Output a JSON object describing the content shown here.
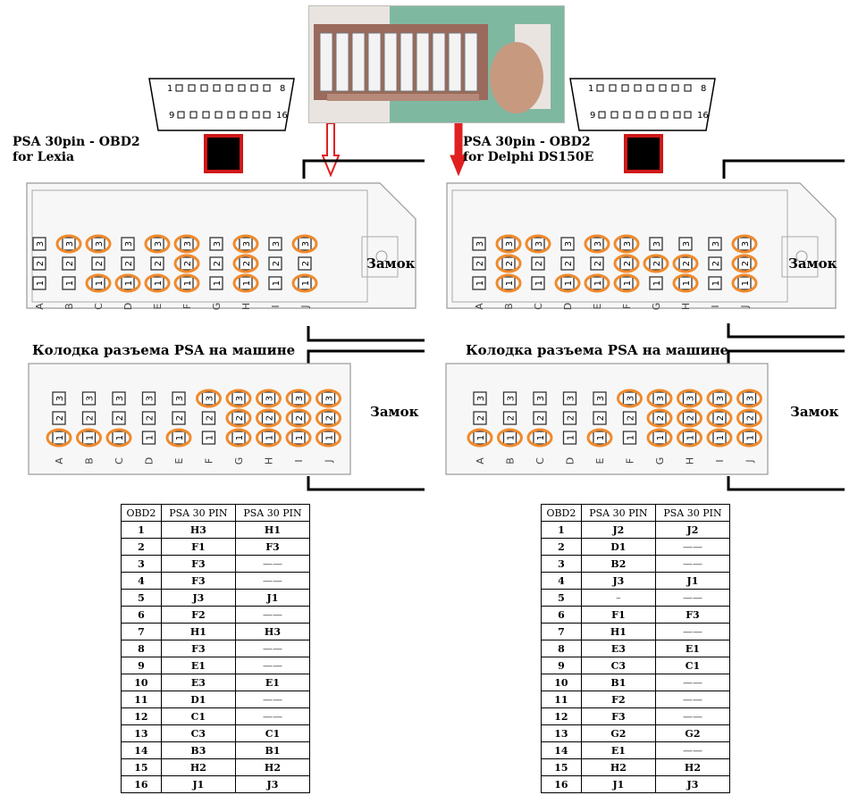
{
  "left": {
    "title_line1": "PSA 30pin - OBD2",
    "title_line2": "for Lexia",
    "lock_label": "Замок",
    "lock_label_bottom": "Замок",
    "block_label": "Колодка разъема PSA на машине",
    "table": {
      "headers": [
        "OBD2",
        "PSA 30 PIN",
        "PSA 30 PIN"
      ],
      "rows": [
        [
          "1",
          "H3",
          "H1"
        ],
        [
          "2",
          "F1",
          "F3"
        ],
        [
          "3",
          "F3",
          "——"
        ],
        [
          "4",
          "F3",
          "——"
        ],
        [
          "5",
          "J3",
          "J1"
        ],
        [
          "6",
          "F2",
          "——"
        ],
        [
          "7",
          "H1",
          "H3"
        ],
        [
          "8",
          "F3",
          "——"
        ],
        [
          "9",
          "E1",
          "——"
        ],
        [
          "10",
          "E3",
          "E1"
        ],
        [
          "11",
          "D1",
          "——"
        ],
        [
          "12",
          "C1",
          "——"
        ],
        [
          "13",
          "C3",
          "C1"
        ],
        [
          "14",
          "B3",
          "B1"
        ],
        [
          "15",
          "H2",
          "H2"
        ],
        [
          "16",
          "J1",
          "J3"
        ]
      ]
    }
  },
  "right": {
    "title_line1": "PSA 30pin - OBD2",
    "title_line2": "for Delphi DS150E",
    "lock_label": "Замок",
    "lock_label_bottom": "Замок",
    "block_label": "Колодка разъема PSA на машине",
    "table": {
      "headers": [
        "OBD2",
        "PSA 30 PIN",
        "PSA 30 PIN"
      ],
      "rows": [
        [
          "1",
          "J2",
          "J2"
        ],
        [
          "2",
          "D1",
          "——"
        ],
        [
          "3",
          "B2",
          "——"
        ],
        [
          "4",
          "J3",
          "J1"
        ],
        [
          "5",
          "–",
          "——"
        ],
        [
          "6",
          "F1",
          "F3"
        ],
        [
          "7",
          "H1",
          "——"
        ],
        [
          "8",
          "E3",
          "E1"
        ],
        [
          "9",
          "C3",
          "C1"
        ],
        [
          "10",
          "B1",
          "——"
        ],
        [
          "11",
          "F2",
          "——"
        ],
        [
          "12",
          "F3",
          "——"
        ],
        [
          "13",
          "G2",
          "G2"
        ],
        [
          "14",
          "E1",
          "——"
        ],
        [
          "15",
          "H2",
          "H2"
        ],
        [
          "16",
          "J1",
          "J3"
        ]
      ]
    }
  },
  "obd_connector": {
    "pin_first_top": "1",
    "pin_last_top": "8",
    "pin_first_bottom": "9",
    "pin_last_bottom": "16"
  },
  "connector_columns": [
    "A",
    "B",
    "C",
    "D",
    "E",
    "F",
    "G",
    "H",
    "I",
    "J"
  ],
  "pin_rows": [
    "3",
    "2",
    "1"
  ],
  "highlights": {
    "left_top": [
      [
        "B3",
        "C3",
        "E3",
        "F3",
        "H3",
        "J3"
      ],
      [
        "F2",
        "H2"
      ],
      [
        "C1",
        "D1",
        "E1",
        "F1",
        "H1",
        "J1"
      ]
    ],
    "left_bottom": [
      [
        "F3",
        "G3",
        "H3",
        "I3",
        "J3"
      ],
      [
        "G2",
        "H2",
        "I2",
        "J2"
      ],
      [
        "A1",
        "B1",
        "C1",
        "E1",
        "G1",
        "H1",
        "I1",
        "J1"
      ]
    ],
    "right_top": [
      [
        "B3",
        "C3",
        "E3",
        "F3",
        "J3"
      ],
      [
        "B2",
        "F2",
        "G2",
        "H2",
        "J2"
      ],
      [
        "B1",
        "D1",
        "E1",
        "F1",
        "H1",
        "J1"
      ]
    ],
    "right_bottom": [
      [
        "F3",
        "G3",
        "H3",
        "I3",
        "J3"
      ],
      [
        "G2",
        "H2",
        "I2",
        "J2"
      ],
      [
        "A1",
        "B1",
        "C1",
        "E1",
        "G1",
        "H1",
        "I1",
        "J1"
      ]
    ]
  },
  "colors": {
    "highlight": "#f08a2c",
    "arrow": "#e02020",
    "red_box": "#d01818",
    "photo_green": "#7fb8a0",
    "photo_brown": "#9a6a5c"
  }
}
